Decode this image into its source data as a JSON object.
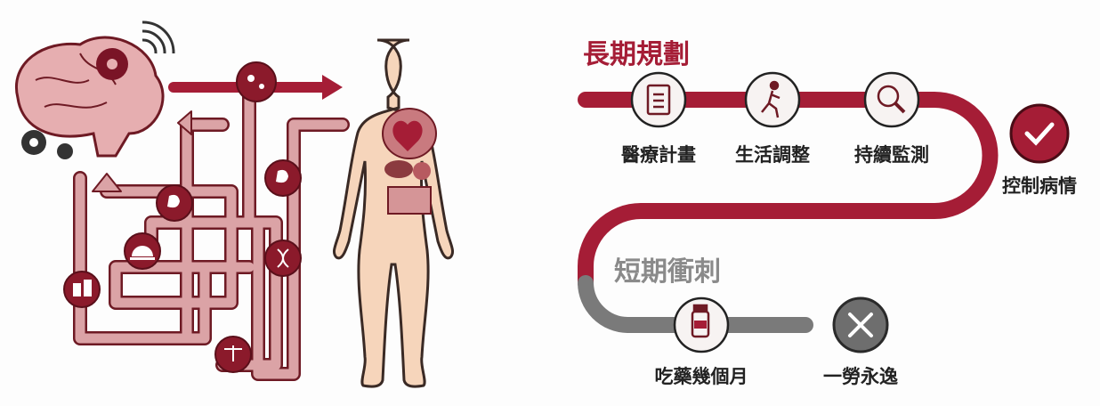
{
  "colors": {
    "red": "#a51d36",
    "dark_red": "#7a1426",
    "gray": "#7a7a7a",
    "pipe": "#dba3a6",
    "skin": "#f6d5bb"
  },
  "long_term": {
    "title": "長期規劃",
    "steps": [
      {
        "label": "醫療計畫",
        "icon": "clipboard-icon"
      },
      {
        "label": "生活調整",
        "icon": "running-person-icon"
      },
      {
        "label": "持續監測",
        "icon": "magnifier-icon"
      }
    ],
    "outcome": {
      "label": "控制病情",
      "icon": "check-icon"
    }
  },
  "short_term": {
    "title": "短期衝刺",
    "step": {
      "label": "吃藥幾個月",
      "icon": "medicine-bottle-icon"
    },
    "outcome": {
      "label": "一勞永逸",
      "icon": "x-icon"
    }
  }
}
